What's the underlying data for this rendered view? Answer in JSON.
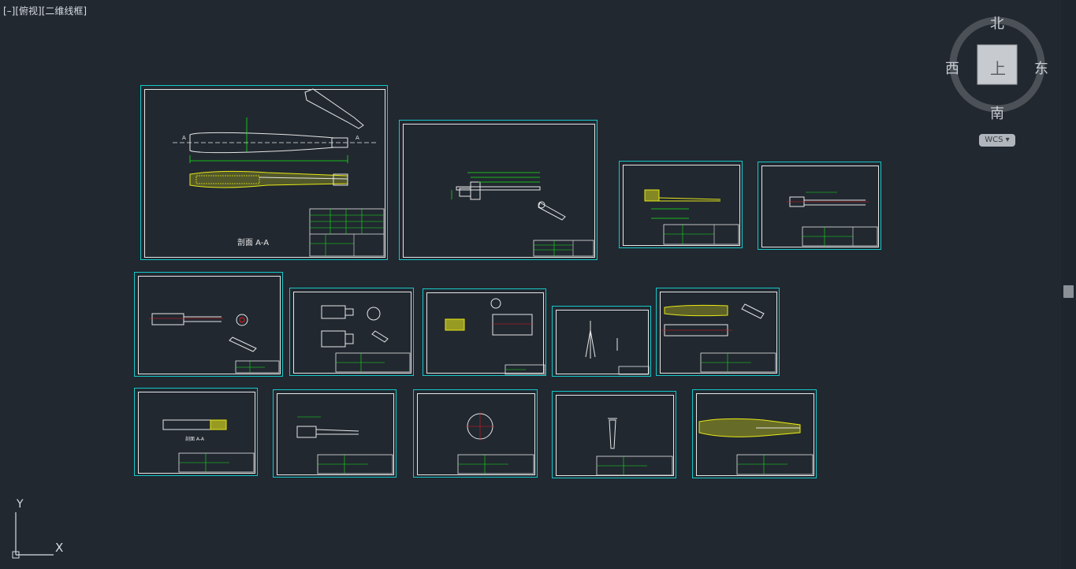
{
  "viewport": {
    "label": "[–][俯视][二维线框]"
  },
  "viewcube": {
    "north": "北",
    "south": "南",
    "west": "西",
    "east": "东",
    "face": "上",
    "wcs_label": "WCS ▾"
  },
  "ucs": {
    "y_label": "Y",
    "x_label": "X"
  },
  "drawing": {
    "main_section_label": "剖面 A-A",
    "small_section_label": "剖面 A-A"
  },
  "colors": {
    "background": "#212830",
    "frame": "#15c8c8",
    "geometry": "#e6e6e6",
    "green": "#17e817",
    "yellow": "#e8e817",
    "red": "#e81717"
  }
}
